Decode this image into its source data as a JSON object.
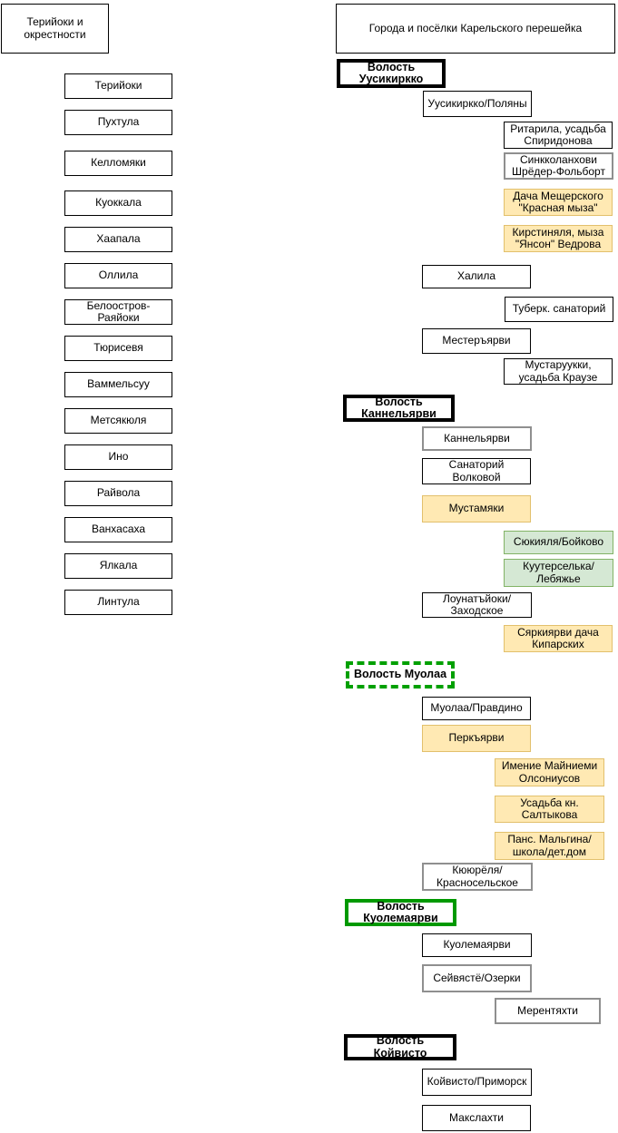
{
  "colors": {
    "yellow_fill": "#ffe9b3",
    "yellow_border": "#e2c06c",
    "green_fill": "#d5e8d4",
    "green_border": "#82b366",
    "volost_green_border": "#009900",
    "gray_border": "#8f8f8f"
  },
  "left_panel": {
    "title": "Терийоки и окрестности",
    "items": [
      "Терийоки",
      "Пухтула",
      "Келломяки",
      "Куоккала",
      "Хаапала",
      "Оллила",
      "Белоостров-Раяйоки",
      "Тюрисевя",
      "Ваммельсуу",
      "Метсякюля",
      "Ино",
      "Райвола",
      "Ванхасаха",
      "Ялкала",
      "Линтула"
    ]
  },
  "right_panel": {
    "title": "Города и посёлки Карельского перешейка",
    "sections": [
      {
        "volost": "Волость Уусикиркко",
        "places": [
          "Уусикиркко/Поляны",
          "Ритарила, усадьба Спиридонова",
          "Синкколанхови Шрёдер-Фольборт",
          "Дача Мещерского \"Красная мыза\"",
          "Кирстиняля, мыза \"Янсон\" Ведрова",
          "Халила",
          "Туберк. санаторий",
          "Местеръярви",
          "Мустаруукки, усадьба Краузе"
        ]
      },
      {
        "volost": "Волость Каннельярви",
        "places": [
          "Каннельярви",
          "Санаторий Волковой",
          "Мустамяки",
          "Сюкияля/Бойково",
          "Куутерселька/Лебяжье",
          "Лоунатъйоки/Заходское",
          "Сяркиярви дача Кипарских"
        ]
      },
      {
        "volost": "Волость Муолаа",
        "places": [
          "Муолаа/Правдино",
          "Перкъярви",
          "Имение Майниеми Олсониусов",
          "Усадьба кн. Салтыкова",
          "Панс. Мальгина/школа/дет.дом",
          "Кююрёля/Красносельское"
        ]
      },
      {
        "volost": "Волость Куолемаярви",
        "places": [
          "Куолемаярви",
          "Сейвястё/Озерки",
          "Мерентяхти"
        ]
      },
      {
        "volost": "Волость Койвисто",
        "places": [
          "Койвисто/Приморск",
          "Макслахти"
        ]
      }
    ]
  }
}
